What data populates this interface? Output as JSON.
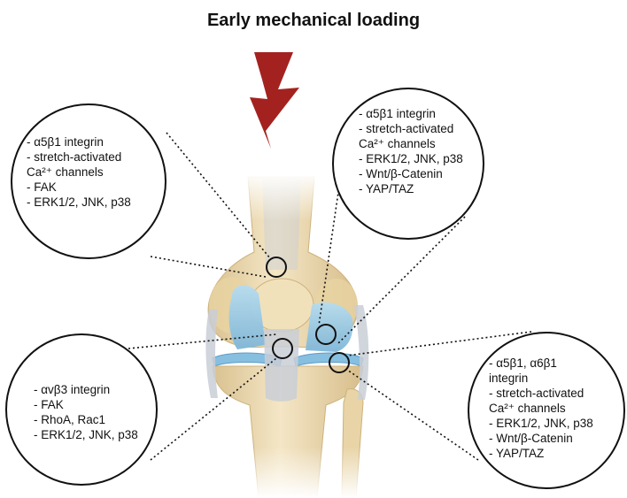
{
  "title": "Early mechanical loading",
  "bubbles": {
    "top_left": [
      "- α5β1 integrin",
      "- stretch-activated",
      "Ca²⁺ channels",
      "- FAK",
      "- ERK1/2, JNK, p38"
    ],
    "top_right": [
      "- α5β1 integrin",
      "- stretch-activated",
      "Ca²⁺ channels",
      "- ERK1/2, JNK, p38",
      "- Wnt/β-Catenin",
      "- YAP/TAZ"
    ],
    "bottom_left": [
      "- αvβ3 integrin",
      "- FAK",
      "- RhoA, Rac1",
      "- ERK1/2, JNK, p38"
    ],
    "bottom_right": [
      "- α5β1, α6β1",
      "integrin",
      "- stretch-activated",
      "Ca²⁺ channels",
      "- ERK1/2, JNK, p38",
      "- Wnt/β-Catenin",
      "- YAP/TAZ"
    ]
  },
  "icons": {
    "lightning": "lightning-bolt-icon",
    "knee": "knee-joint-illustration"
  },
  "colors": {
    "lightning": "#a3221f",
    "bone": "#ecd8ad",
    "cartilage": "#9fcbe6",
    "ligament": "#c9ced6",
    "outline": "#111111"
  }
}
